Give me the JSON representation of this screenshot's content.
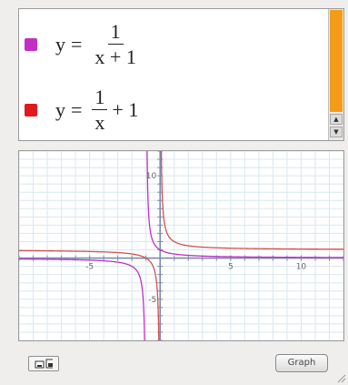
{
  "equations": [
    {
      "lhs": "y",
      "eq": "=",
      "numerator": "1",
      "denominator": "x + 1",
      "suffix": "",
      "color": "#c22fc5"
    },
    {
      "lhs": "y",
      "eq": "=",
      "numerator": "1",
      "denominator": "x",
      "suffix": "+ 1",
      "color": "#e0191c"
    }
  ],
  "graph": {
    "xlim": [
      -10,
      13
    ],
    "ylim": [
      -10,
      13
    ],
    "x_tick_labels": [
      "-5",
      "5",
      "10"
    ],
    "y_tick_labels": [
      "10",
      "-5"
    ],
    "grid": true,
    "axis_color": "#7b8bb0",
    "grid_color": "#d9e8ee",
    "curve_colors": [
      "#c22fc5",
      "#d45050"
    ]
  },
  "scrollbar": {
    "thumb_color": "#f39c1a",
    "up_icon": "triangle-up-icon",
    "down_icon": "triangle-down-icon"
  },
  "buttons": {
    "graph_label": "Graph",
    "resize_icon": "resize-toggle-icon"
  }
}
